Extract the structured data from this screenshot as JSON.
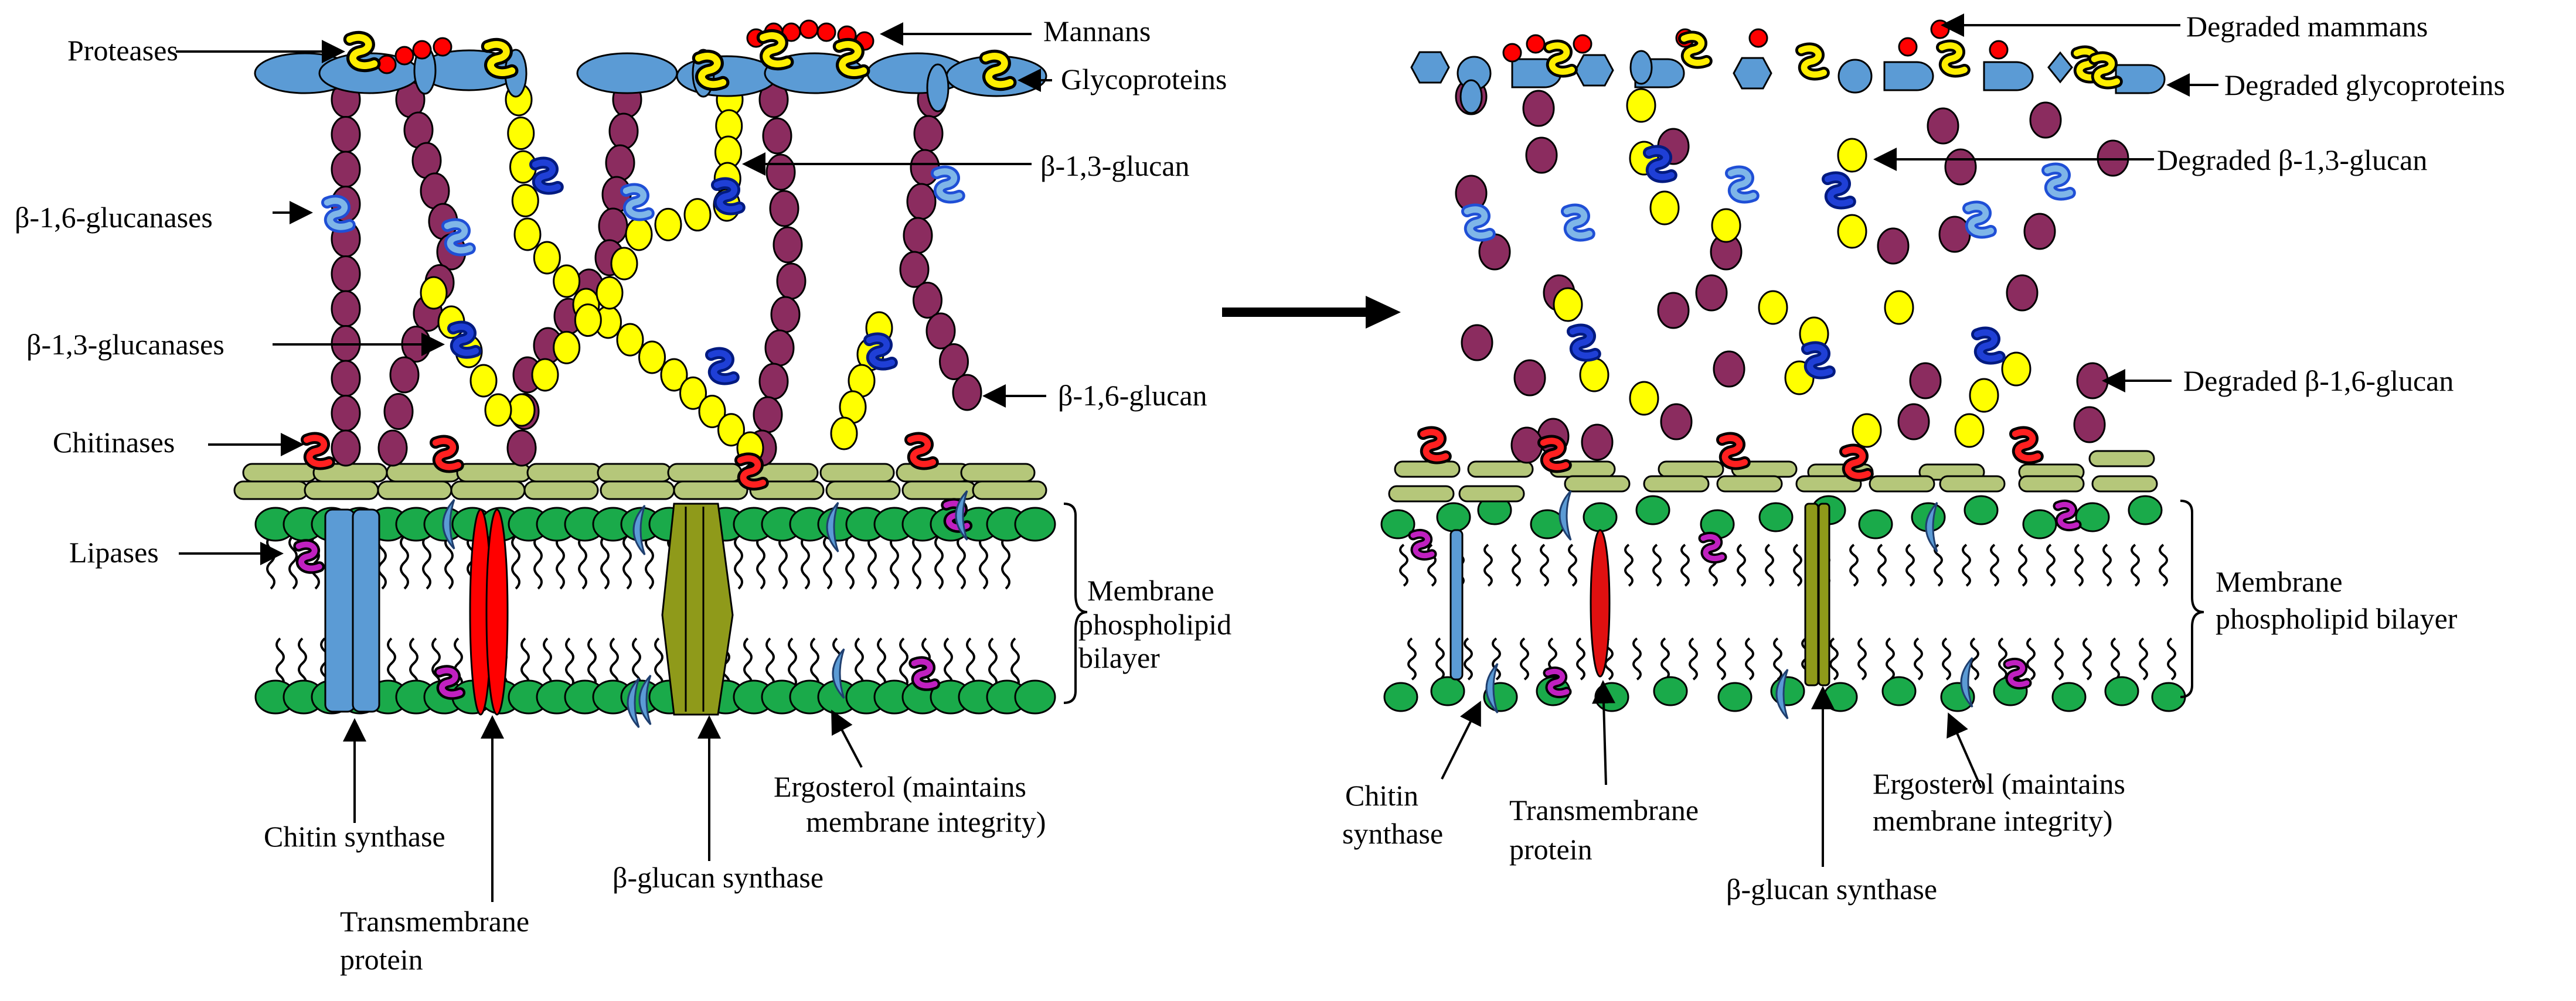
{
  "left_panel": {
    "labels": {
      "proteases": "Proteases",
      "mannans": "Mannans",
      "glycoproteins": "Glycoproteins",
      "b13_glucan": "β-1,3-glucan",
      "b16_glucanases": "β-1,6-glucanases",
      "b13_glucanases": "β-1,3-glucanases",
      "b16_glucan": "β-1,6-glucan",
      "chitinases": "Chitinases",
      "lipases": "Lipases",
      "membrane_1": "Membrane",
      "membrane_2": "phospholipid",
      "membrane_3": "bilayer",
      "ergosterol_1": "Ergosterol   (maintains",
      "ergosterol_2": "membrane integrity)",
      "chitin_synthase": "Chitin synthase",
      "transmembrane_1": "Transmembrane",
      "transmembrane_2": "protein",
      "bglucan_synthase": "β-glucan synthase"
    }
  },
  "right_panel": {
    "labels": {
      "degraded_mannans": "Degraded mammans",
      "degraded_glycoproteins": "Degraded glycoproteins",
      "degraded_b13_glucan": "Degraded β-1,3-glucan",
      "degraded_b16_glucan": "Degraded β-1,6-glucan",
      "membrane_1": "Membrane",
      "membrane_2": "phospholipid bilayer",
      "ergosterol_1": "Ergosterol   (maintains",
      "ergosterol_2": "membrane integrity)",
      "chitin_synthase_1": "Chitin",
      "chitin_synthase_2": "synthase",
      "transmembrane_1": "Transmembrane",
      "transmembrane_2": "protein",
      "bglucan_synthase": "β-glucan synthase"
    }
  },
  "colors": {
    "glycoprotein": "#5b9bd5",
    "mannan": "#ff0000",
    "b13_glucan": "#ffff00",
    "b16_glucan": "#8b2c5f",
    "chitin": "#b5c77a",
    "headgroup": "#1aaa4a",
    "glucanase": "#1f4fd6",
    "glucanase_light": "#7fb6e8",
    "lipase": "#c020c0",
    "protease": "#ffee00",
    "transmembrane": "#ff0000",
    "bglucan_synthase": "#8f9a1a",
    "chitin_synthase": "#5b9bd5"
  }
}
